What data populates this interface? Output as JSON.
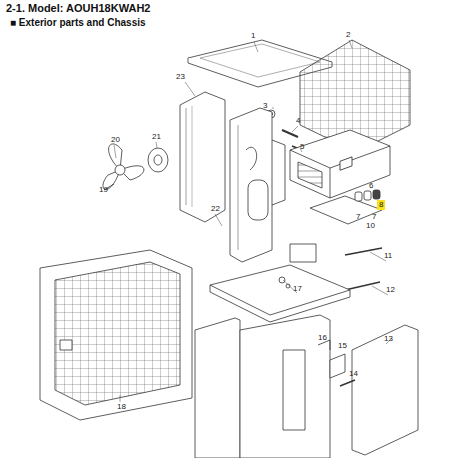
{
  "diagram": {
    "title": "2-1. Model: AOUH18KWAH2",
    "nodes": [
      {
        "text": [
          "8"
        ]
      }
    ],
    "labels": [
      "■ Exterior parts and Chassis",
      "1",
      "2",
      "23",
      "3",
      "4",
      "5",
      "20",
      "21",
      "6",
      "7",
      "7",
      "10",
      "19",
      "22",
      "11",
      "12",
      "17",
      "16",
      "15",
      "14",
      "13",
      "18"
    ]
  }
}
